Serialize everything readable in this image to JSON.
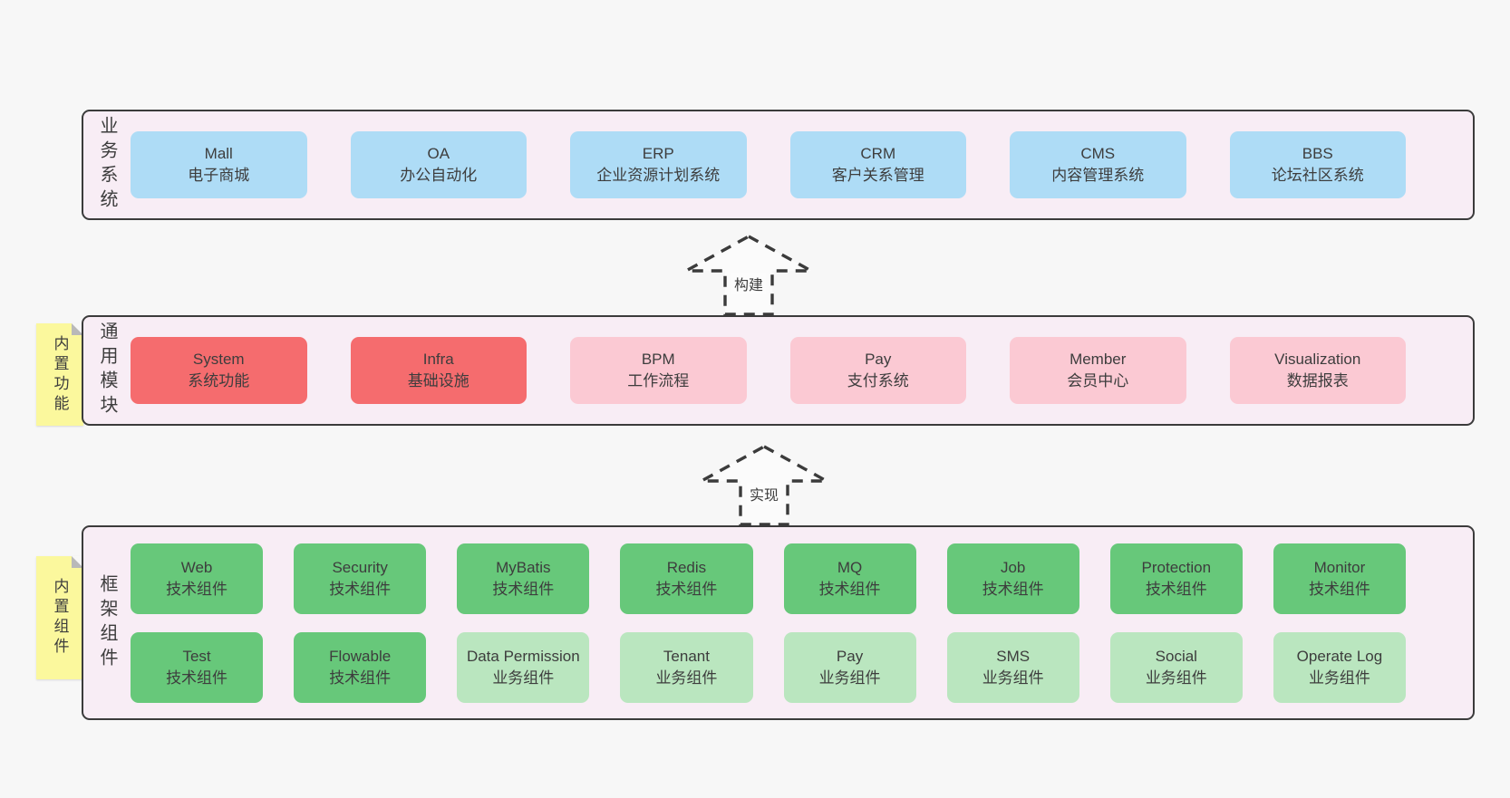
{
  "colors": {
    "page_bg": "#f7f7f7",
    "layer_bg": "#F8EDF5",
    "layer_border": "#3B3B3B",
    "business_box": "#AEDCF6",
    "core_module_box": "#F56C6E",
    "module_box": "#FBC9D3",
    "tech_component_box": "#67C87A",
    "biz_component_box": "#BAE6BF",
    "note_bg": "#FBF89D",
    "text": "#3D3D3D"
  },
  "arrows": [
    {
      "label": "构建"
    },
    {
      "label": "实现"
    }
  ],
  "notes": [
    {
      "label": "内置功能"
    },
    {
      "label": "内置组件"
    }
  ],
  "layers": [
    {
      "label": "业务系统",
      "rows": [
        [
          {
            "name": "Mall",
            "desc": "电子商城"
          },
          {
            "name": "OA",
            "desc": "办公自动化"
          },
          {
            "name": "ERP",
            "desc": "企业资源计划系统"
          },
          {
            "name": "CRM",
            "desc": "客户关系管理"
          },
          {
            "name": "CMS",
            "desc": "内容管理系统"
          },
          {
            "name": "BBS",
            "desc": "论坛社区系统"
          }
        ]
      ]
    },
    {
      "label": "通用模块",
      "rows": [
        [
          {
            "name": "System",
            "desc": "系统功能"
          },
          {
            "name": "Infra",
            "desc": "基础设施"
          },
          {
            "name": "BPM",
            "desc": "工作流程"
          },
          {
            "name": "Pay",
            "desc": "支付系统"
          },
          {
            "name": "Member",
            "desc": "会员中心"
          },
          {
            "name": "Visualization",
            "desc": "数据报表"
          }
        ]
      ]
    },
    {
      "label": "框架组件",
      "rows": [
        [
          {
            "name": "Web",
            "desc": "技术组件"
          },
          {
            "name": "Security",
            "desc": "技术组件"
          },
          {
            "name": "MyBatis",
            "desc": "技术组件"
          },
          {
            "name": "Redis",
            "desc": "技术组件"
          },
          {
            "name": "MQ",
            "desc": "技术组件"
          },
          {
            "name": "Job",
            "desc": "技术组件"
          },
          {
            "name": "Protection",
            "desc": "技术组件"
          },
          {
            "name": "Monitor",
            "desc": "技术组件"
          }
        ],
        [
          {
            "name": "Test",
            "desc": "技术组件"
          },
          {
            "name": "Flowable",
            "desc": "技术组件"
          },
          {
            "name": "Data Permission",
            "desc": "业务组件"
          },
          {
            "name": "Tenant",
            "desc": "业务组件"
          },
          {
            "name": "Pay",
            "desc": "业务组件"
          },
          {
            "name": "SMS",
            "desc": "业务组件"
          },
          {
            "name": "Social",
            "desc": "业务组件"
          },
          {
            "name": "Operate Log",
            "desc": "业务组件"
          }
        ]
      ]
    }
  ]
}
